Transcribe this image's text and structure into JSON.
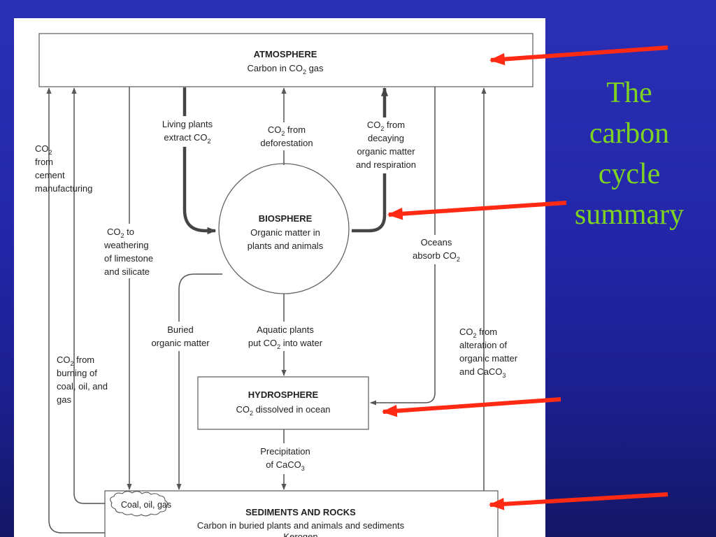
{
  "slide": {
    "title_lines": [
      "The",
      "carbon",
      "cycle",
      "summary"
    ],
    "title_color": "#7ed321",
    "pointer_arrow_color": "#ff2a14",
    "background_color": "#2326a8"
  },
  "diagram": {
    "atmosphere": {
      "title": "ATMOSPHERE",
      "subtitle_a": "Carbon in CO",
      "subtitle_sub": "2",
      "subtitle_b": " gas"
    },
    "biosphere": {
      "title": "BIOSPHERE",
      "line1": "Organic matter in",
      "line2": "plants and animals"
    },
    "hydrosphere": {
      "title": "HYDROSPHERE",
      "line_a": "CO",
      "line_sub": "2",
      "line_b": " dissolved in ocean"
    },
    "sediments": {
      "title": "SEDIMENTS AND ROCKS",
      "line1": "Carbon in buried plants and animals and sediments",
      "line2": "Kerogen",
      "cloud_label": "Coal, oil, gas"
    },
    "labels": {
      "living_plants": {
        "line1": "Living plants",
        "line2a": "extract CO",
        "line2sub": "2"
      },
      "deforestation": {
        "line1a": "CO",
        "line1sub": "2",
        "line1b": " from",
        "line2": "deforestation"
      },
      "decaying": {
        "line1a": "CO",
        "line1sub": "2",
        "line1b": " from",
        "line2": "decaying",
        "line3": "organic matter",
        "line4": "and respiration"
      },
      "cement": {
        "line1a": "CO",
        "line1sub": "2",
        "line2": "from",
        "line3": "cement",
        "line4": "manufacturing"
      },
      "weathering": {
        "line1a": "CO",
        "line1sub": "2",
        "line1b": " to",
        "line2": "weathering",
        "line3": "of limestone",
        "line4": "and silicate"
      },
      "oceans": {
        "line1": "Oceans",
        "line2a": "absorb CO",
        "line2sub": "2"
      },
      "buried": {
        "line1": "Buried",
        "line2": "organic matter"
      },
      "aquatic": {
        "line1": "Aquatic plants",
        "line2a": "put CO",
        "line2sub": "2",
        "line2b": " into water"
      },
      "alteration": {
        "line1a": "CO",
        "line1sub": "2",
        "line1b": " from",
        "line2": "alteration of",
        "line3": "organic matter",
        "line4a": "and CaCO",
        "line4sub": "3"
      },
      "burning": {
        "line1a": "CO",
        "line1sub": "2",
        "line1b": " from",
        "line2": "burning of",
        "line3": "coal, oil, and",
        "line4": "gas"
      },
      "precipitation": {
        "line1": "Precipitation",
        "line2a": "of CaCO",
        "line2sub": "3"
      }
    }
  }
}
